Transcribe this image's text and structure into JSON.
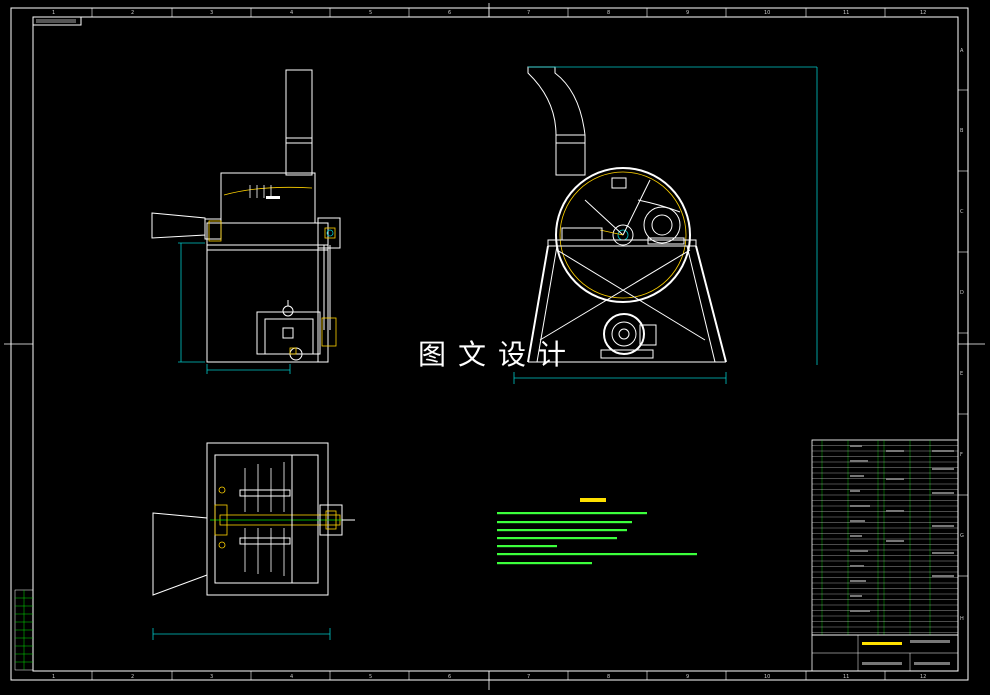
{
  "watermark": "图文设计",
  "zone_numbers_top": [
    "1",
    "2",
    "3",
    "4",
    "5",
    "6",
    "7",
    "8",
    "9",
    "10",
    "11",
    "12"
  ],
  "zone_letters_right": [
    "A",
    "B",
    "C",
    "D",
    "E",
    "F",
    "G",
    "H"
  ],
  "colors": {
    "background": "#000000",
    "frame": "#ffffff",
    "dimension": "#00c8c8",
    "centerline": "#00e000",
    "notes_title": "#ffe000",
    "notes_text": "#3cff3c"
  }
}
